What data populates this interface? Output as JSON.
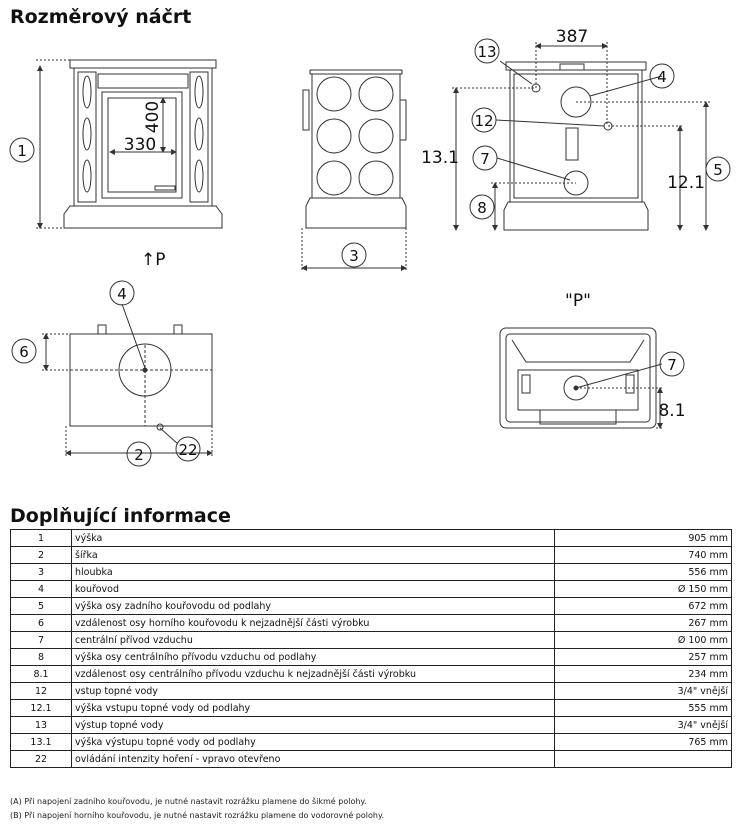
{
  "headings": {
    "drawing": "Rozměrový náčrt",
    "info": "Doplňující informace"
  },
  "drawing_labels": {
    "front_view_arrow": "↑P",
    "rear_view_label": "\"P\"",
    "front_width_inner": "330",
    "front_height_inner": "400",
    "back_top_width": "387",
    "callouts": {
      "c1": "1",
      "c2": "2",
      "c3": "3",
      "c4a": "4",
      "c4b": "4",
      "c5": "5",
      "c6": "6",
      "c7a": "7",
      "c7b": "7",
      "c8": "8",
      "c81": "8.1",
      "c12": "12",
      "c121": "12.1",
      "c13": "13",
      "c131": "13.1",
      "c22": "22"
    }
  },
  "rows": [
    {
      "num": "1",
      "desc": "výška",
      "val": "905 mm"
    },
    {
      "num": "2",
      "desc": "šířka",
      "val": "740 mm"
    },
    {
      "num": "3",
      "desc": "hloubka",
      "val": "556 mm"
    },
    {
      "num": "4",
      "desc": "kouřovod",
      "val": "Ø 150 mm"
    },
    {
      "num": "5",
      "desc": "výška osy zadního kouřovodu od podlahy",
      "val": "672 mm"
    },
    {
      "num": "6",
      "desc": "vzdálenost osy horního kouřovodu k nejzadnější části výrobku",
      "val": "267 mm"
    },
    {
      "num": "7",
      "desc": "centrální přívod vzduchu",
      "val": "Ø 100 mm"
    },
    {
      "num": "8",
      "desc": "výška osy centrálního přívodu vzduchu od podlahy",
      "val": "257 mm"
    },
    {
      "num": "8.1",
      "desc": "vzdálenost osy centrálního přívodu vzduchu k nejzadnější části výrobku",
      "val": "234 mm"
    },
    {
      "num": "12",
      "desc": "vstup topné vody",
      "val": "3/4\" vnější"
    },
    {
      "num": "12.1",
      "desc": "výška vstupu topné vody od podlahy",
      "val": "555 mm"
    },
    {
      "num": "13",
      "desc": "výstup topné vody",
      "val": "3/4\" vnější"
    },
    {
      "num": "13.1",
      "desc": "výška výstupu topné vody od podlahy",
      "val": "765 mm"
    },
    {
      "num": "22",
      "desc": "ovládání intenzity hoření - vpravo otevřeno",
      "val": ""
    }
  ],
  "notes": {
    "a": "(A) Při napojení zadního kouřovodu, je nutné nastavit rozrážku plamene do šikmé polohy.",
    "b": "(B) Při napojení horního kouřovodu, je nutné nastavit rozrážku plamene do vodorovné polohy."
  }
}
